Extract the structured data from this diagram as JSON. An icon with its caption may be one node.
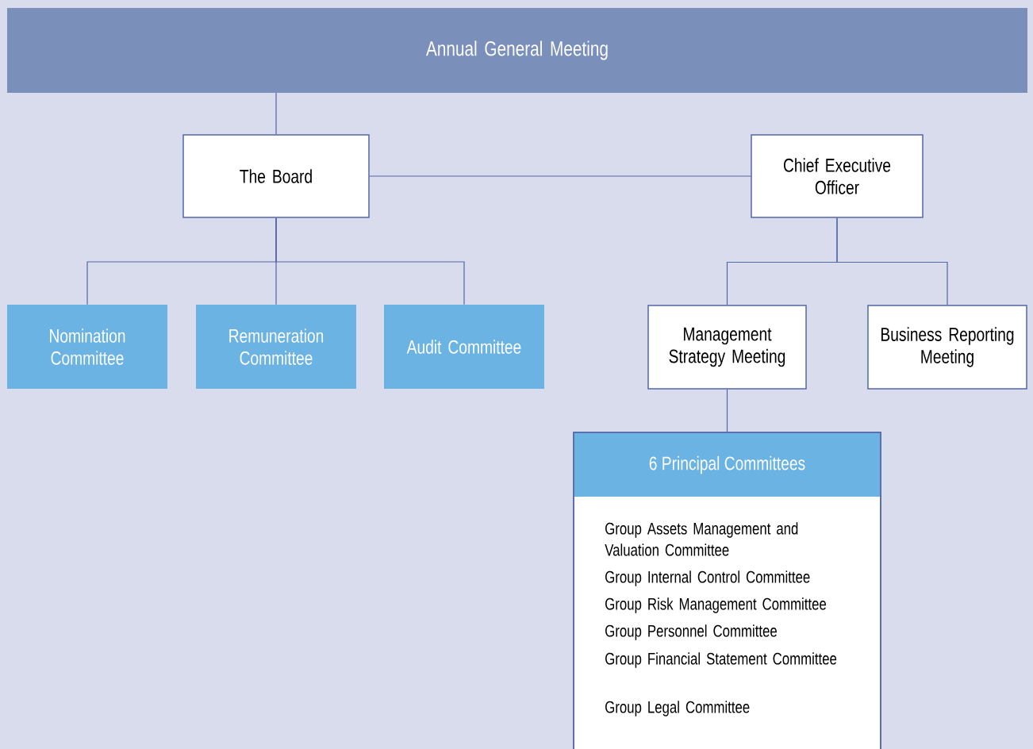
{
  "diagram": {
    "nodes": [
      {
        "text": [
          "Annual General Meeting"
        ]
      },
      {
        "text": [
          "The Board"
        ]
      },
      {
        "text": [
          "Chief Executive Officer"
        ]
      },
      {
        "text": [
          "Nomination Committee"
        ]
      },
      {
        "text": [
          "Remuneration Committee"
        ]
      },
      {
        "text": [
          "Audit Committee"
        ]
      },
      {
        "text": [
          "Management Strategy Meeting"
        ]
      },
      {
        "text": [
          "Business Reporting Meeting"
        ]
      },
      {
        "text": [
          "6 Principal Committees",
          "Group Assets Management and Valuation Committee",
          "Group Internal Control Committee",
          "Group Risk Management Committee",
          "Group Personnel Committee",
          "Group Financial Statement Committee",
          "Group Legal Committee"
        ]
      }
    ],
    "edges": [
      {
        "from": 0,
        "to": 1,
        "arrow": "none"
      },
      {
        "from": 1,
        "to": 2,
        "arrow": "none"
      },
      {
        "from": 1,
        "to": 3,
        "arrow": "none"
      },
      {
        "from": 1,
        "to": 4,
        "arrow": "none"
      },
      {
        "from": 1,
        "to": 5,
        "arrow": "none"
      },
      {
        "from": 2,
        "to": 6,
        "arrow": "none"
      },
      {
        "from": 2,
        "to": 7,
        "arrow": "none"
      },
      {
        "from": 6,
        "to": 8,
        "arrow": "none"
      }
    ]
  }
}
